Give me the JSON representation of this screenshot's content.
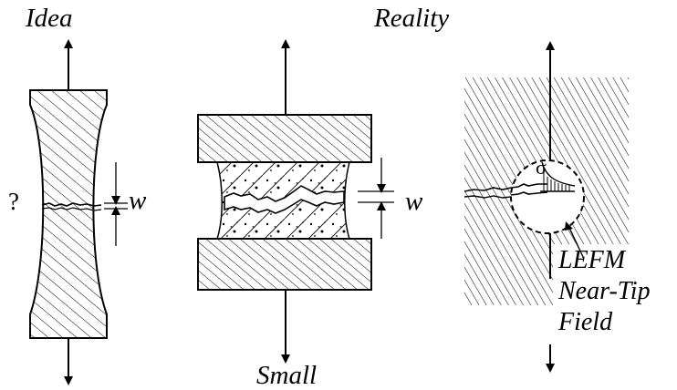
{
  "labels": {
    "idea": "Idea",
    "reality": "Reality",
    "small": "Small",
    "question": "?",
    "w_left": "w",
    "w_middle": "w",
    "sigma": "σ",
    "lefm_line1": "LEFM",
    "lefm_line2": "Near-Tip",
    "lefm_line3": "Field"
  },
  "colors": {
    "ink": "#000000",
    "paper": "#ffffff"
  }
}
